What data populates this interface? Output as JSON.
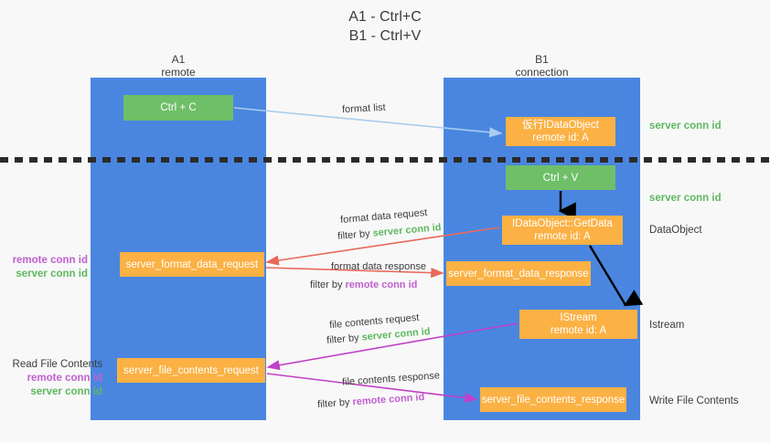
{
  "title": "A1 - Ctrl+C\nB1 - Ctrl+V",
  "colors": {
    "lane": "#4a86e0",
    "green_box": "#6fbf68",
    "orange_box": "#fbb144",
    "server_conn_id": "#5fb85f",
    "remote_conn_id": "#c060d0",
    "divider": "#2b2b2b",
    "background": "#f8f8f8",
    "arrow_format_list": "#a8cdee",
    "arrow_format_data": "#e8695a",
    "arrow_file_contents": "#c040c8",
    "arrow_vertical": "#000000"
  },
  "columns": {
    "left": {
      "name": "A1",
      "role": "remote",
      "header": "A1\nremote"
    },
    "right": {
      "name": "B1",
      "role": "connection",
      "header": "B1\nconnection"
    }
  },
  "boxes": {
    "ctrl_c": "Ctrl + C",
    "idataobject": "仮行IDataObject\nremote id: A",
    "ctrl_v": "Ctrl + V",
    "getdata": "IDataObject::GetData\nremote id: A",
    "server_format_data_request": "server_format_data_request",
    "server_format_data_response": "server_format_data_response",
    "istream": "IStream\nremote id: A",
    "server_file_contents_request": "server_file_contents_request",
    "server_file_contents_response": "server_file_contents_response"
  },
  "right_labels": {
    "server_conn_id_1": "server conn id",
    "server_conn_id_2": "server conn id",
    "dataobject": "DataObject",
    "istream": "Istream",
    "write_file_contents": "Write File Contents"
  },
  "left_labels": {
    "remote_conn_id_1": "remote conn id",
    "server_conn_id_1": "server conn id",
    "read_file_contents": "Read File Contents",
    "remote_conn_id_2": "remote conn id",
    "server_conn_id_2": "server conn id"
  },
  "arrow_captions": {
    "format_list": "format list",
    "format_data_request": "format data request",
    "format_data_request_filter_prefix": "filter by ",
    "format_data_request_filter_value": "server conn id",
    "format_data_response": "format data response",
    "format_data_response_filter_prefix": "filter by ",
    "format_data_response_filter_value": "remote conn id",
    "file_contents_request": "file contents request",
    "file_contents_request_filter_prefix": "filter by ",
    "file_contents_request_filter_value": "server conn id",
    "file_contents_response": "file contents response",
    "file_contents_response_filter_prefix": "filter by ",
    "file_contents_response_filter_value": "remote conn id"
  }
}
